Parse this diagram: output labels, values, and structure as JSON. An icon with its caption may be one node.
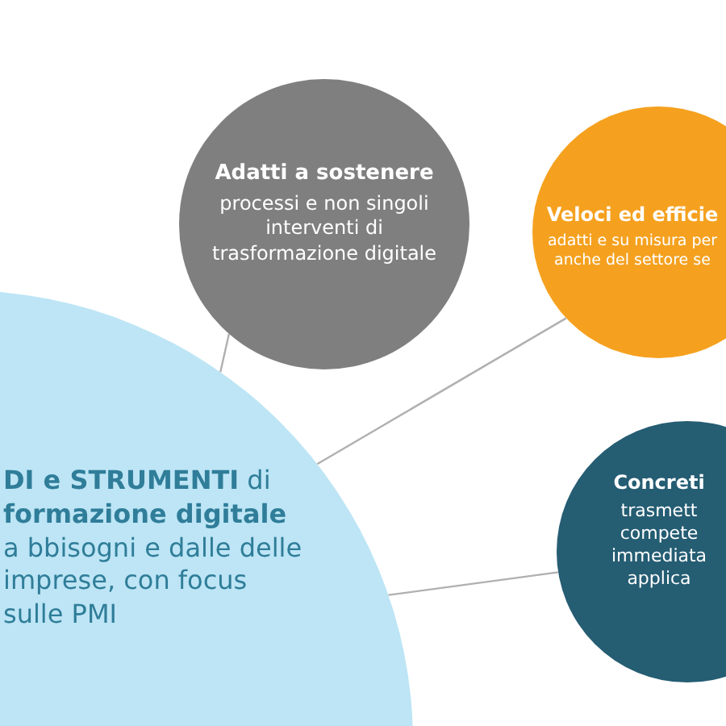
{
  "diagram": {
    "nodes": [
      {
        "text": [
          "Adatti a sostenere",
          "processi e non singoli interventi di trasformazione digitale"
        ]
      },
      {
        "text": [
          "Veloci ed efficie",
          "adatti e su misura per anche del settore se"
        ]
      },
      {
        "text": [
          "**DI e STRUMENTI** di **formazione digitale** a bbisogni e dalle delle imprese, con focus sulle PMI"
        ]
      },
      {
        "text": [
          "Concreti",
          "trasmett compete immediata applica"
        ]
      }
    ],
    "edges": [
      {
        "from": 0,
        "to": 2,
        "arrow": "none"
      },
      {
        "from": 1,
        "to": 2,
        "arrow": "none"
      },
      {
        "from": 3,
        "to": 2,
        "arrow": "none"
      }
    ]
  }
}
